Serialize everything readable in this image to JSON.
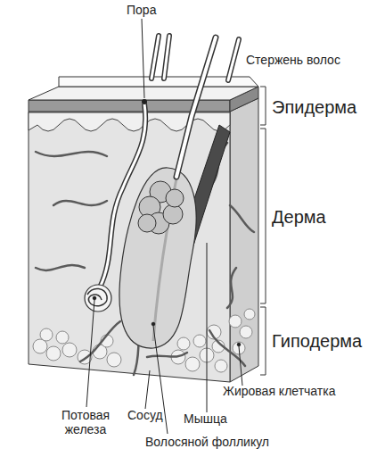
{
  "diagram": {
    "labels": [
      "Пора",
      "Стержень волос",
      "Эпидерма",
      "Дерма",
      "Гиподерма",
      "Жировая клетчатка",
      "Потовая железа",
      "Сосуд",
      "Мышца",
      "Волосяной фолликул"
    ]
  }
}
